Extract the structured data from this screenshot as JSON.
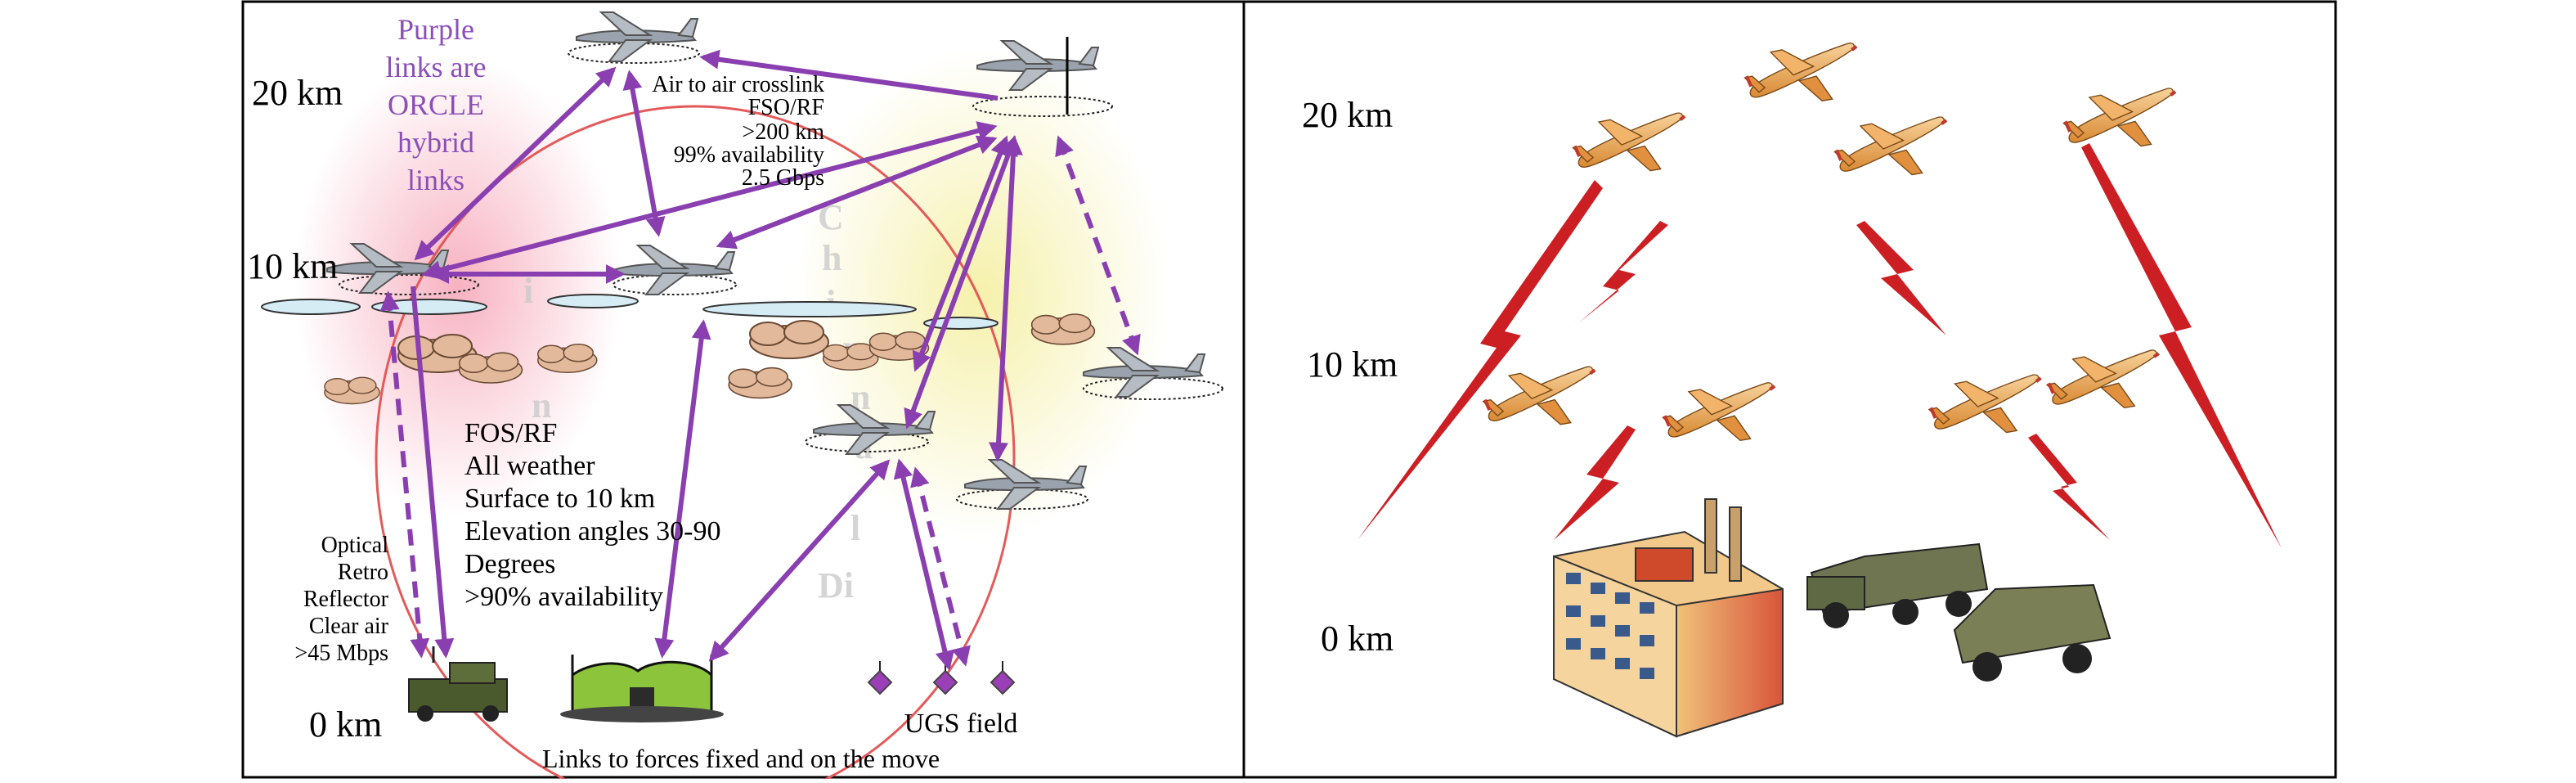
{
  "left_panel": {
    "altitude_labels": [
      "20 km",
      "10 km",
      "0 km"
    ],
    "legend_note": [
      "Purple",
      "links are",
      "ORCLE",
      "hybrid",
      "links"
    ],
    "crosslink_note": [
      "Air to air crosslink",
      "FSO/RF",
      ">200 km",
      "99% availability",
      "2.5 Gbps"
    ],
    "fso_note": [
      "FOS/RF",
      "All weather",
      "Surface to 10 km",
      "Elevation angles 30-90",
      "Degrees",
      ">90% availability"
    ],
    "retro_note": [
      "Optical",
      "Retro",
      "Reflector",
      "Clear air",
      ">45 Mbps"
    ],
    "ugs_label": "UGS field",
    "bottom_caption": "Links to forces fixed and on the move",
    "watermark": [
      "C",
      "h",
      "i",
      "n",
      "n",
      "a",
      "l",
      "Di"
    ],
    "link_color": "#8a3fb0",
    "note_color": "#8a4fb8"
  },
  "right_panel": {
    "altitude_labels": [
      "20 km",
      "10 km",
      "0 km"
    ],
    "lightning_color": "#cc1f24"
  }
}
